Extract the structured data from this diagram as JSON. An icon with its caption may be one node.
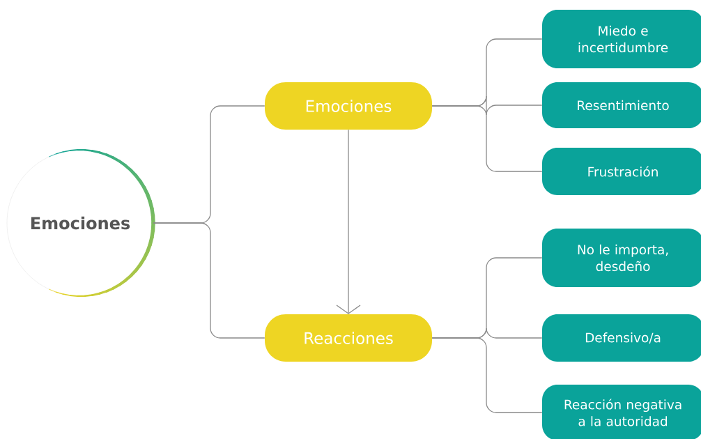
{
  "diagram": {
    "nodes": [
      {
        "text": [
          "Emociones"
        ]
      },
      {
        "text": [
          "Emociones"
        ]
      },
      {
        "text": [
          "Reacciones"
        ]
      },
      {
        "text": [
          "Miedo e incertidumbre"
        ]
      },
      {
        "text": [
          "Resentimiento"
        ]
      },
      {
        "text": [
          "Frustración"
        ]
      },
      {
        "text": [
          "No le importa, desdeño"
        ]
      },
      {
        "text": [
          "Defensivo/a"
        ]
      },
      {
        "text": [
          "Reacción negativa a la autoridad"
        ]
      }
    ],
    "edges": [
      {
        "from": 0,
        "to": 1,
        "arrow": "none"
      },
      {
        "from": 0,
        "to": 2,
        "arrow": "none"
      },
      {
        "from": 1,
        "to": 2,
        "arrow": "to"
      },
      {
        "from": 1,
        "to": 3,
        "arrow": "none"
      },
      {
        "from": 1,
        "to": 4,
        "arrow": "none"
      },
      {
        "from": 1,
        "to": 5,
        "arrow": "none"
      },
      {
        "from": 2,
        "to": 6,
        "arrow": "none"
      },
      {
        "from": 2,
        "to": 7,
        "arrow": "none"
      },
      {
        "from": 2,
        "to": 8,
        "arrow": "none"
      }
    ]
  }
}
